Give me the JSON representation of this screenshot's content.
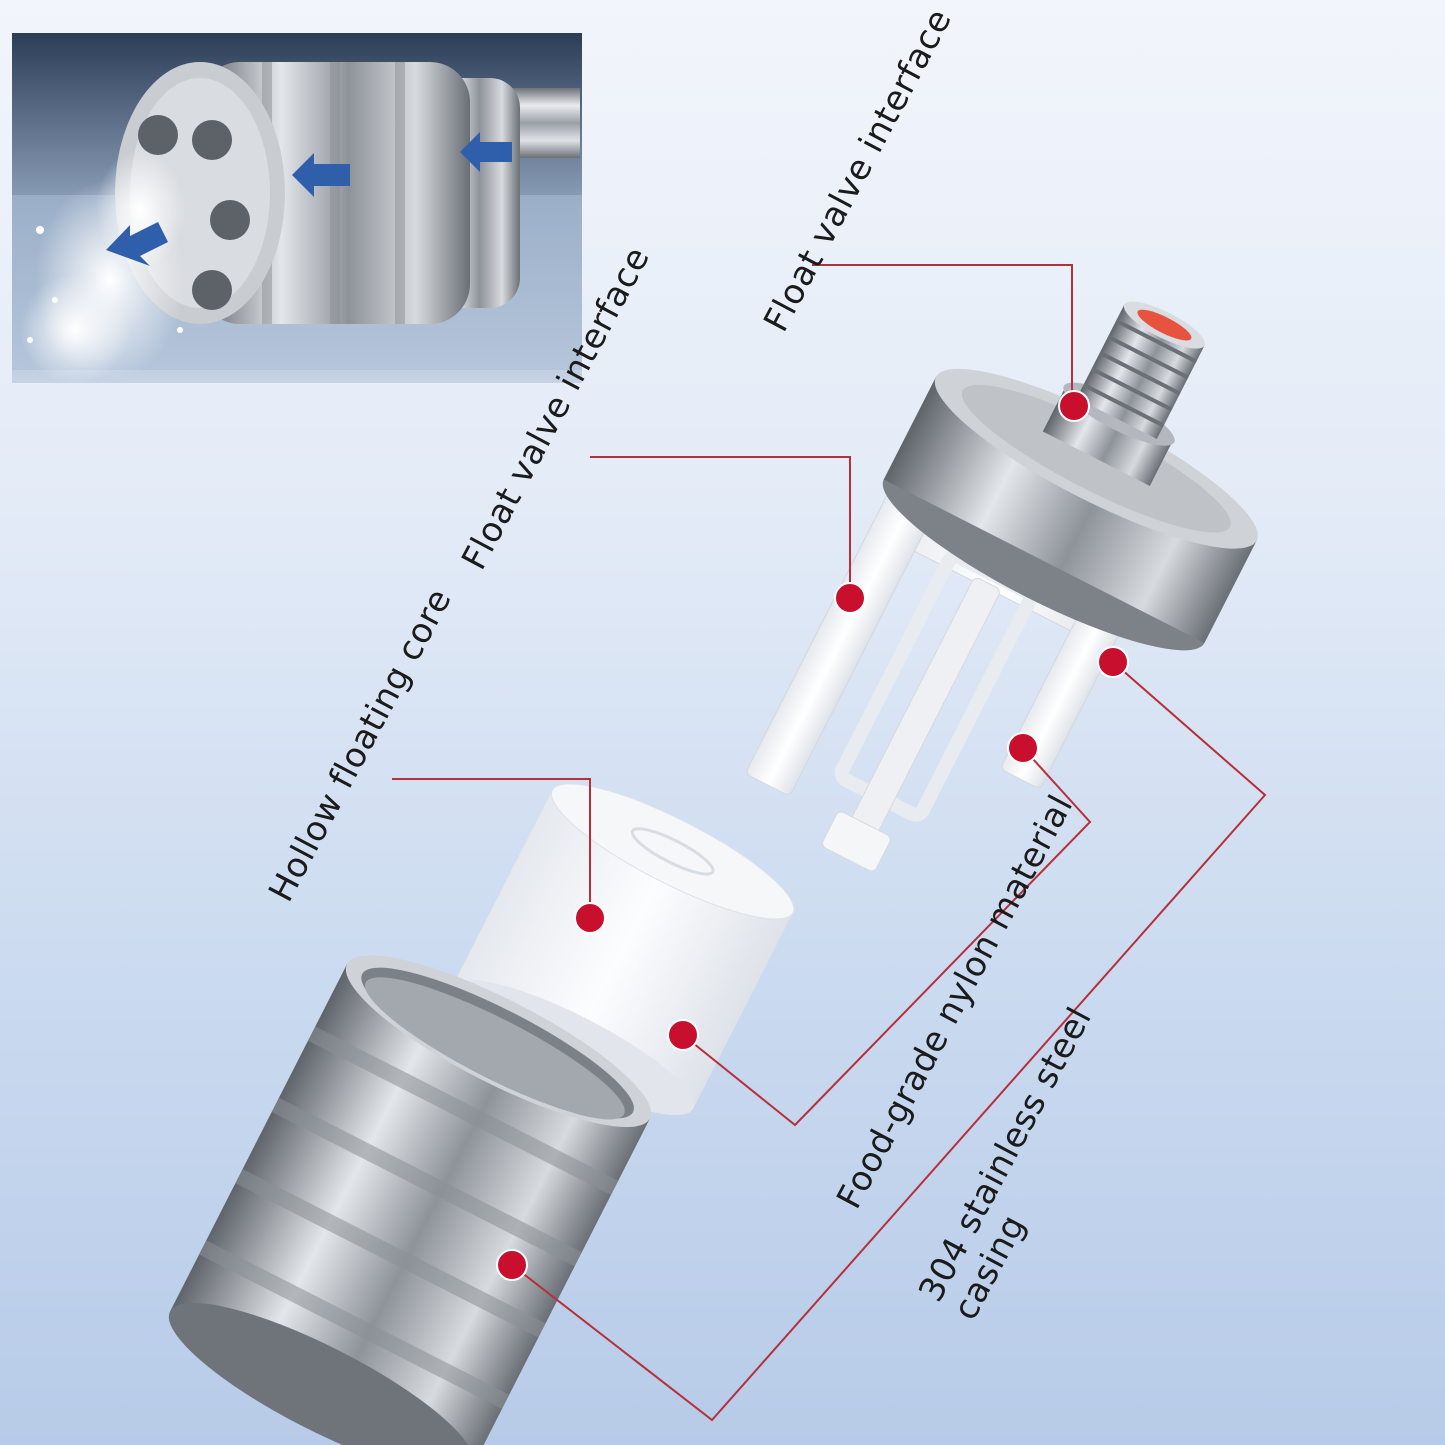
{
  "labels": {
    "float_valve_interface_upper": "Float valve interface",
    "float_valve_interface_lower": "Float valve interface",
    "hollow_floating_core": "Hollow floating core",
    "food_grade_nylon": "Food-grade nylon material",
    "stainless_casing_line1": "304 stainless steel",
    "stainless_casing_line2": "casing"
  },
  "colors": {
    "callout_line": "#b5303a",
    "callout_dot": "#c8102e",
    "flow_arrow": "#2f5eab",
    "steel": "#b8bcc2",
    "nylon": "#f4f5f7"
  }
}
